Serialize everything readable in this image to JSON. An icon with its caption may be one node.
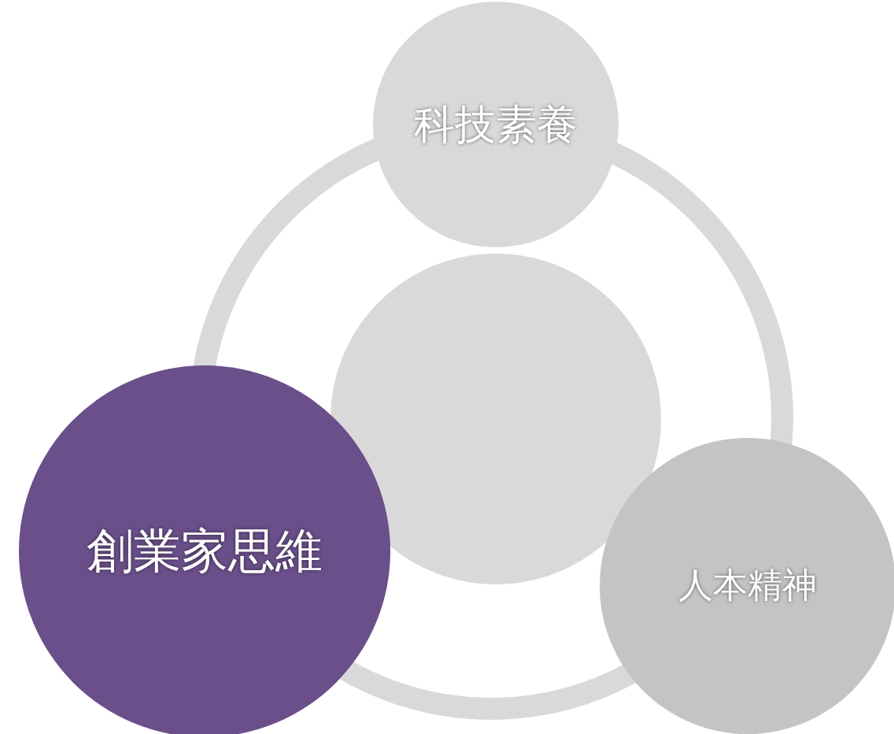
{
  "diagram": {
    "nodes": [
      {
        "text": [
          "科技素養"
        ]
      },
      {
        "text": [],
        "shape": "circle"
      },
      {
        "text": [
          "創業家思維"
        ]
      },
      {
        "text": [
          "人本精神"
        ]
      }
    ]
  }
}
